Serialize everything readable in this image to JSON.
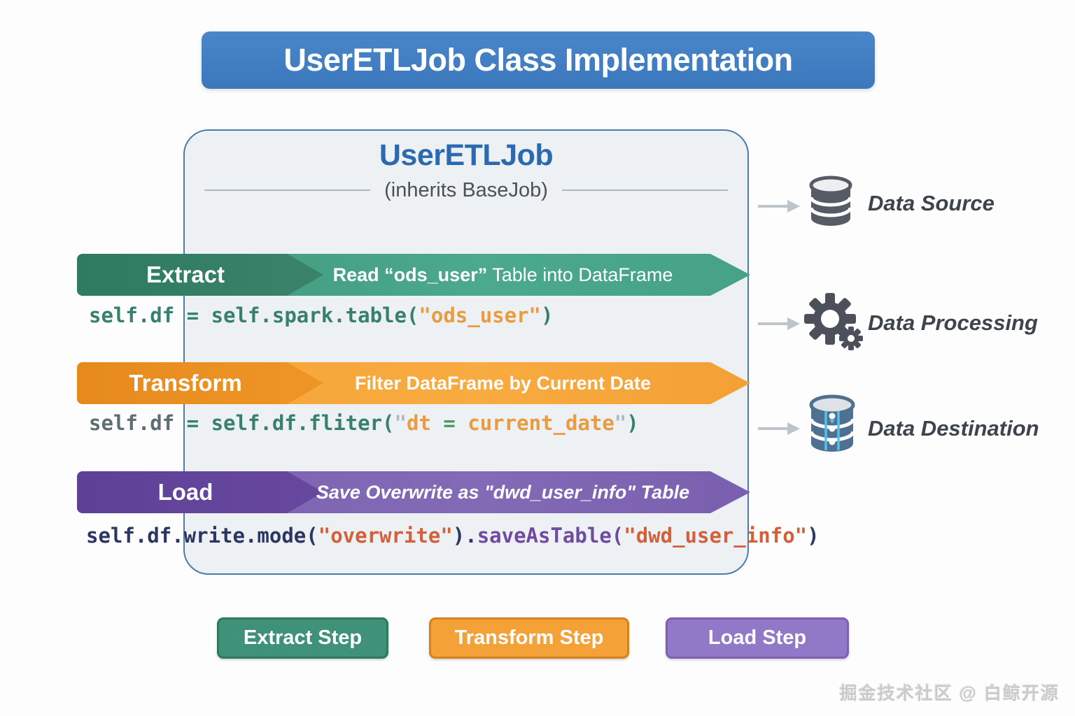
{
  "header": {
    "title": "UserETLJob Class Implementation"
  },
  "class_box": {
    "title": "UserETLJob",
    "subtitle": "(inherits BaseJob)"
  },
  "steps": {
    "extract": {
      "name": "Extract",
      "desc_bold": "Read “ods_user”",
      "desc_rest": " Table into DataFrame"
    },
    "transform": {
      "name": "Transform",
      "desc": "Filter DataFrame by Current Date"
    },
    "load": {
      "name": "Load",
      "desc": "Save Overwrite as \"dwd_user_info\" Table"
    }
  },
  "code": {
    "extract": [
      {
        "t": "self.df = self.spark.table("
      },
      {
        "t": "\"ods_user\""
      },
      {
        "t": ")"
      }
    ],
    "transform": [
      {
        "t": "self.df"
      },
      {
        "t": " = self.df.fliter("
      },
      {
        "t": "\""
      },
      {
        "t": "dt"
      },
      {
        "t": " = "
      },
      {
        "t": "current_date"
      },
      {
        "t": "\""
      },
      {
        "t": ")"
      }
    ],
    "load": [
      {
        "t": "self.df.write.mode("
      },
      {
        "t": "\"overwrite\""
      },
      {
        "t": ")."
      },
      {
        "t": "saveAsTable("
      },
      {
        "t": "\"dwd_user_info\""
      },
      {
        "t": ")"
      }
    ]
  },
  "side_flow": {
    "items": [
      {
        "label": "Data Source",
        "icon": "database-icon"
      },
      {
        "label": "Data Processing",
        "icon": "gear-icon"
      },
      {
        "label": "Data Destination",
        "icon": "database-destination-icon"
      }
    ]
  },
  "legend": {
    "buttons": [
      {
        "label": "Extract Step"
      },
      {
        "label": "Transform Step"
      },
      {
        "label": "Load Step"
      }
    ]
  },
  "watermark": {
    "text": "掘金技术社区 @ 白鲸开源"
  },
  "colors": {
    "title_banner_bg": "#3f7cc2",
    "box_border": "#4e7ba7",
    "extract_dark": "#2e7b61",
    "extract_light": "#4ba98c",
    "transform_dark": "#e68a1e",
    "transform_light": "#f6a63a",
    "load_dark": "#5e4197",
    "load_light": "#7c62b0",
    "button_extract": "#3f9277",
    "button_transform": "#f4a238",
    "button_load": "#9179c8",
    "code_string": "#e89b3f",
    "code_keyword_teal": "#37806d",
    "code_navy": "#2c3663",
    "code_purple": "#6f4aa2",
    "code_redorange": "#d2603a"
  }
}
